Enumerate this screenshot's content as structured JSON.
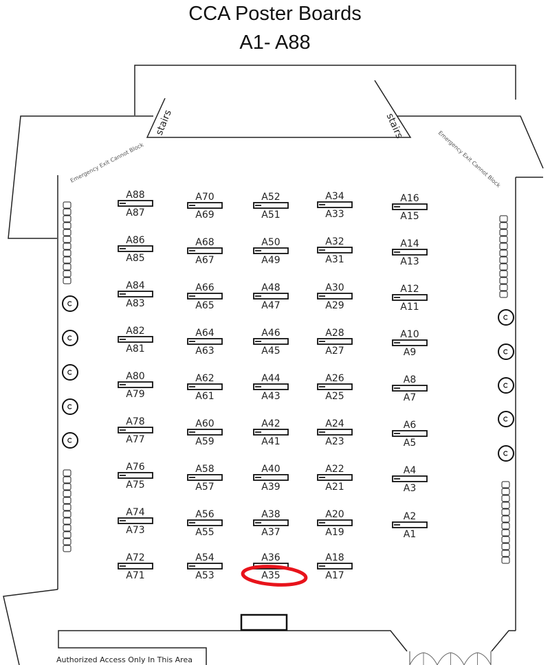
{
  "title_line1": "CCA Poster Boards",
  "title_line2": "A1- A88",
  "stairs_left": "stairs",
  "stairs_right": "stairs",
  "exit_left": "Emergency Exit Cannot Block",
  "exit_right": "Emergency Exit Cannot Block",
  "authorized_text": "Authorized Access Only In This Area",
  "highlight_color": "#e8131b",
  "highlighted_board": "A35",
  "columns": [
    {
      "top": [
        "A88",
        "A86",
        "A84",
        "A82",
        "A80",
        "A78",
        "A76",
        "A74",
        "A72"
      ],
      "bottom": [
        "A87",
        "A85",
        "A83",
        "A81",
        "A79",
        "A77",
        "A75",
        "A73",
        "A71"
      ]
    },
    {
      "top": [
        "A70",
        "A68",
        "A66",
        "A64",
        "A62",
        "A60",
        "A58",
        "A56",
        "A54"
      ],
      "bottom": [
        "A69",
        "A67",
        "A65",
        "A63",
        "A61",
        "A59",
        "A57",
        "A55",
        "A53"
      ]
    },
    {
      "top": [
        "A52",
        "A50",
        "A48",
        "A46",
        "A44",
        "A42",
        "A40",
        "A38",
        "A36"
      ],
      "bottom": [
        "A51",
        "A49",
        "A47",
        "A45",
        "A43",
        "A41",
        "A39",
        "A37",
        "A35"
      ]
    },
    {
      "top": [
        "A34",
        "A32",
        "A30",
        "A28",
        "A26",
        "A24",
        "A22",
        "A20",
        "A18"
      ],
      "bottom": [
        "A33",
        "A31",
        "A29",
        "A27",
        "A25",
        "A23",
        "A21",
        "A19",
        "A17"
      ]
    },
    {
      "top": [
        "A16",
        "A14",
        "A12",
        "A10",
        "A8",
        "A6",
        "A4",
        "A2"
      ],
      "bottom": [
        "A15",
        "A13",
        "A11",
        "A9",
        "A7",
        "A5",
        "A3",
        "A1"
      ]
    }
  ]
}
